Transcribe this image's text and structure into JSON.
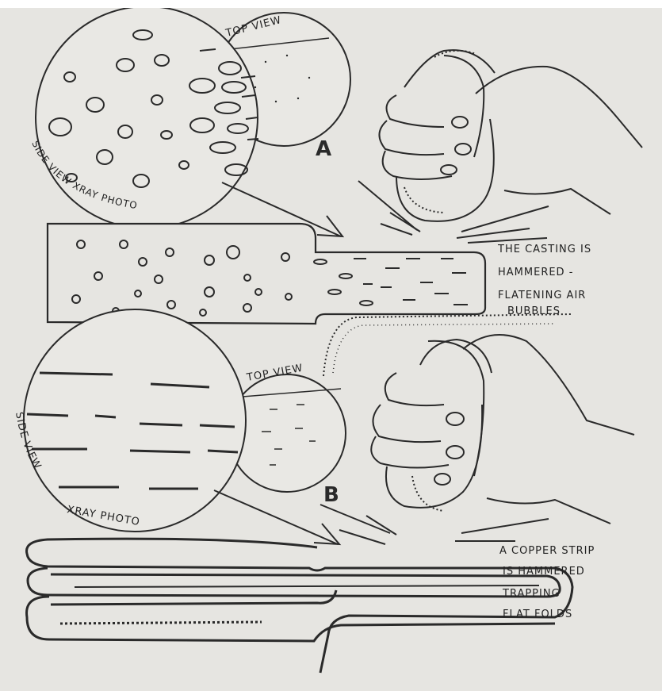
{
  "top_caption": "",
  "panel_a": {
    "letter": "A",
    "top_view_label": "TOP VIEW",
    "side_view_label": "SIDE VIEW XRAY PHOTO",
    "caption_lines": [
      "THE CASTING IS",
      "HAMMERED -",
      "FLATENING AIR",
      "BUBBLES"
    ]
  },
  "panel_b": {
    "letter": "B",
    "top_view_label": "TOP VIEW",
    "side_view_label": "SIDE VIEW",
    "xray_label": "XRAY PHOTO",
    "caption_lines": [
      "A COPPER STRIP",
      "IS HAMMERED",
      "TRAPPING",
      "FLAT FOLDS"
    ]
  },
  "colors": {
    "paper": "#e6e5e1",
    "ink": "#2a2a2a"
  }
}
